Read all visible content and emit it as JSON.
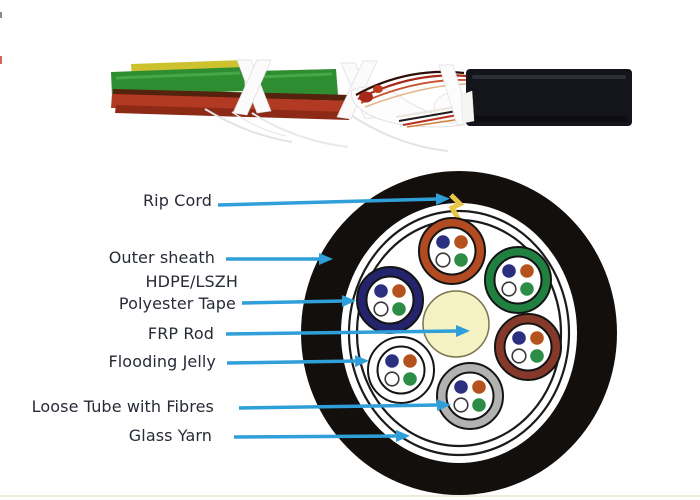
{
  "photo": {
    "description": "stripped fiber cable photograph",
    "colors": {
      "jacket": "#14141b",
      "tube_green": "#2e8c31",
      "tube_green_highlight": "#49a84b",
      "tube_yellow": "#cdc22e",
      "tube_red": "#b23a22",
      "tube_red_dark": "#8c2a16",
      "binder_white": "#fbfbfb"
    }
  },
  "diagram": {
    "arrow_color": "#2e9fd8",
    "label_color": "#272b36",
    "labels": [
      {
        "id": "rip-cord",
        "text": "Rip Cord"
      },
      {
        "id": "outer-sheath",
        "text": "Outer sheath"
      },
      {
        "id": "hdpe-lszh",
        "text": "HDPE/LSZH"
      },
      {
        "id": "polyester-tape",
        "text": "Polyester Tape"
      },
      {
        "id": "frp-rod",
        "text": "FRP Rod"
      },
      {
        "id": "flooding-jelly",
        "text": "Flooding Jelly"
      },
      {
        "id": "loose-tube",
        "text": "Loose Tube with Fibres"
      },
      {
        "id": "glass-yarn",
        "text": "Glass Yarn"
      }
    ],
    "cross_section": {
      "outer_sheath_color": "#120f0c",
      "tape_ring_color": "#1b1b1b",
      "frp_rod_color": "#f4f1c2",
      "frp_rod_outline": "#76764e",
      "rip_cord_color": "#e7c545",
      "tubes": [
        {
          "position": "top",
          "name": "loose-tube-orange",
          "ring_color": "#b24a22"
        },
        {
          "position": "top-right",
          "name": "loose-tube-green",
          "ring_color": "#1f8040"
        },
        {
          "position": "right",
          "name": "loose-tube-brown",
          "ring_color": "#84392b"
        },
        {
          "position": "bottom",
          "name": "loose-tube-gray",
          "ring_color": "#b2b2b2"
        },
        {
          "position": "bottom-left",
          "name": "loose-tube-white",
          "ring_color": "#ffffff"
        },
        {
          "position": "left",
          "name": "loose-tube-blue",
          "ring_color": "#23246b"
        }
      ],
      "fiber_colors": [
        "#2b2f80",
        "#b5531f",
        "#ffffff",
        "#2d8c46"
      ]
    }
  }
}
